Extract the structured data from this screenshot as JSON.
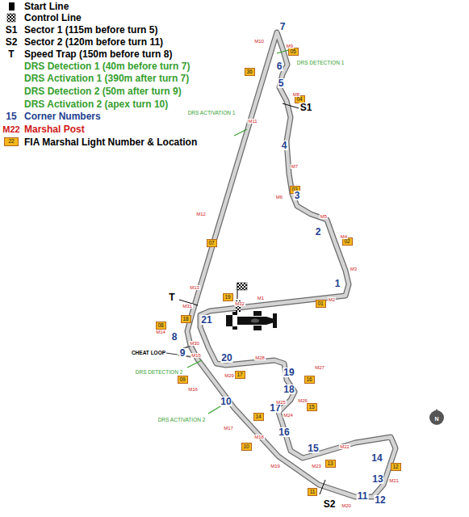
{
  "diagram": {
    "nodes": [
      {
        "text": [
          "36"
        ]
      },
      {
        "text": [
          "05"
        ]
      },
      {
        "text": [
          "04"
        ]
      },
      {
        "text": [
          "03"
        ]
      },
      {
        "text": [
          "02"
        ]
      },
      {
        "text": [
          "01"
        ]
      },
      {
        "text": [
          "19"
        ]
      },
      {
        "text": [
          "07"
        ]
      },
      {
        "text": [
          "18"
        ]
      },
      {
        "text": [
          "08"
        ]
      },
      {
        "text": [
          "09"
        ]
      },
      {
        "text": [
          "17"
        ]
      },
      {
        "text": [
          "16"
        ]
      },
      {
        "text": [
          "15"
        ]
      },
      {
        "text": [
          "14"
        ]
      },
      {
        "text": [
          "10"
        ]
      },
      {
        "text": [
          "13"
        ]
      },
      {
        "text": [
          "12"
        ]
      },
      {
        "text": [
          "11"
        ]
      }
    ],
    "labels": [
      "S1",
      "S2",
      "T",
      "15",
      "M22",
      "22",
      "1",
      "2",
      "3",
      "4",
      "5",
      "6",
      "7",
      "8",
      "9",
      "10",
      "11",
      "12",
      "13",
      "14",
      "15",
      "16",
      "17",
      "18",
      "19",
      "20",
      "21",
      "M1",
      "M2",
      "M3",
      "M4",
      "M5",
      "M6",
      "M7",
      "M8",
      "M9",
      "M10",
      "M11",
      "M12",
      "M13",
      "M14",
      "M15",
      "M16",
      "M17",
      "M18",
      "M19",
      "M20",
      "M21",
      "M22",
      "M23",
      "M24",
      "M25",
      "M26",
      "M27",
      "M28",
      "M29",
      "M30",
      "M31",
      "M32",
      "S1",
      "S2",
      "T",
      "DRS DETECTION 1",
      "DRS ACTIVATION 1",
      "CHEAT LOOP",
      "DRS DETECTION 2",
      "DRS ACTIVATION 2",
      "N"
    ],
    "legend": [
      {
        "text": "Start Line"
      },
      {
        "text": "Control Line"
      },
      {
        "text": "Sector 1 (115m before turn 5)"
      },
      {
        "text": "Sector 2 (120m before turn 11)"
      },
      {
        "text": "Speed Trap (150m before turn 8)"
      },
      {
        "text": "DRS Detection 1 (40m before turn 7)"
      },
      {
        "text": "DRS Activation 1 (390m after turn 7)"
      },
      {
        "text": "DRS Detection 2 (50m after turn 9)"
      },
      {
        "text": "DRS Activation 2 (apex turn 10)"
      },
      {
        "text": "Corner Numbers"
      },
      {
        "text": "Marshal Post"
      },
      {
        "text": "FIA Marshal Light Number & Location",
        "color": "#f6b81a"
      }
    ]
  }
}
